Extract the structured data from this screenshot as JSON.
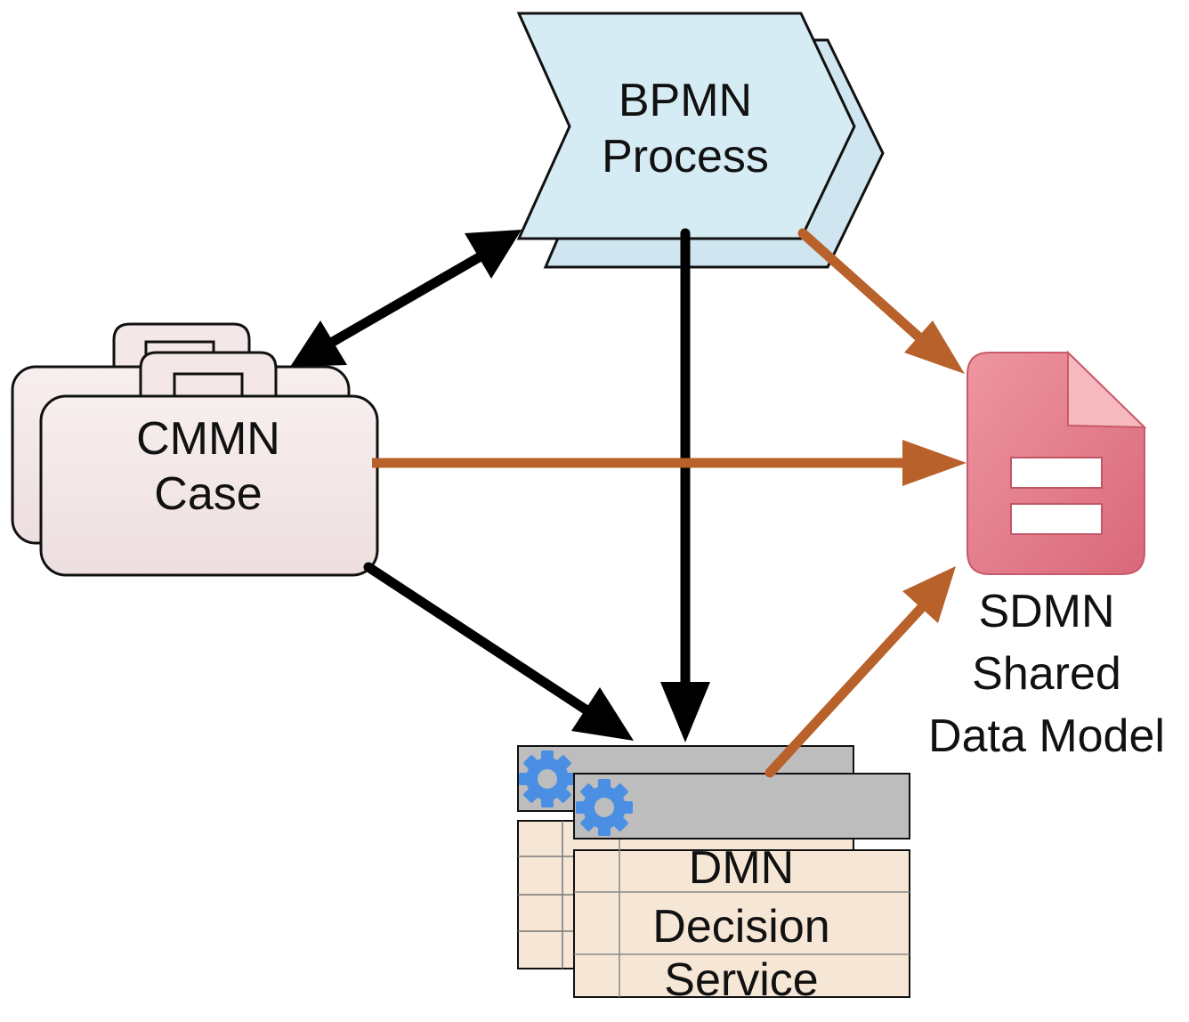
{
  "nodes": {
    "bpmn": {
      "line1": "BPMN",
      "line2": "Process"
    },
    "cmmn": {
      "line1": "CMMN",
      "line2": "Case"
    },
    "dmn": {
      "line1": "DMN",
      "line2": "Decision",
      "line3": "Service"
    },
    "sdmn": {
      "line1": "SDMN",
      "line2": "Shared",
      "line3": "Data Model"
    }
  },
  "icons": {
    "bpmn": "chevron-process-icon",
    "cmmn": "briefcase-case-icon",
    "dmn": "decision-table-gear-icon",
    "sdmn": "document-data-icon"
  },
  "colors": {
    "control_edge": "#000000",
    "data_edge": "#B8612A",
    "bpmn_fill": "#D6ECF4",
    "cmmn_fill": "#F3E7E7",
    "dmn_header": "#BDBDBD",
    "dmn_body": "#F6E6D6",
    "gear": "#4A8FE3",
    "sdmn_fill": "#E07A86"
  }
}
